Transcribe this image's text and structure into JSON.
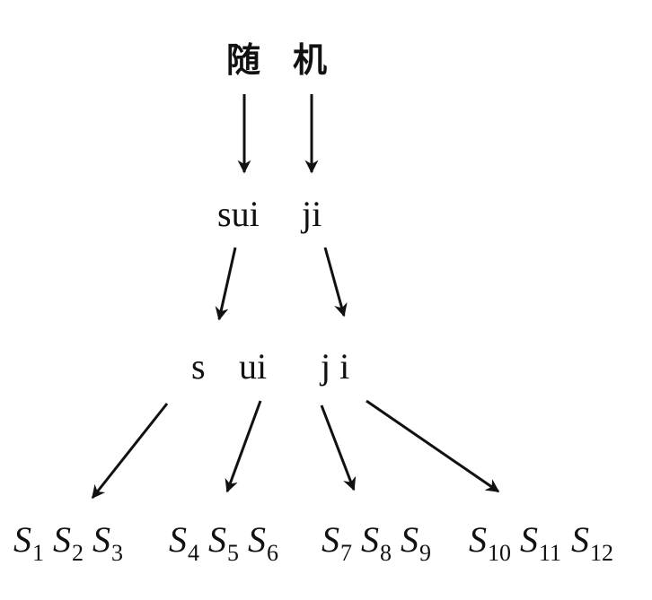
{
  "characters": [
    "随",
    "机"
  ],
  "pinyin": [
    "sui",
    "ji"
  ],
  "segments": [
    "s",
    "ui",
    "j i"
  ],
  "symbol_letter": "S",
  "groups": [
    [
      "1",
      "2",
      "3"
    ],
    [
      "4",
      "5",
      "6"
    ],
    [
      "7",
      "8",
      "9"
    ],
    [
      "10",
      "11",
      "12"
    ]
  ]
}
